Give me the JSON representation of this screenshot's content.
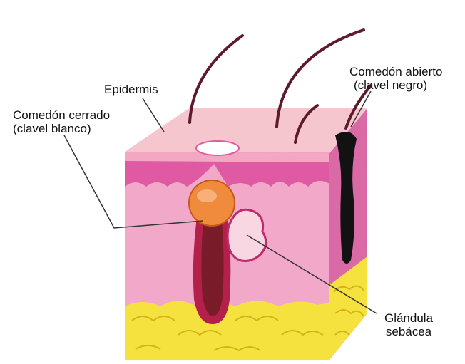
{
  "labels": {
    "epidermis": "Epidermis",
    "closed_comedone": {
      "line1": "Comedón cerrado",
      "line2": "(clavel blanco)"
    },
    "open_comedone": {
      "line1": "Comedón abierto",
      "line2": "(clavel negro)"
    },
    "sebaceous_gland": {
      "line1": "Glándula",
      "line2": "sebácea"
    }
  },
  "colors": {
    "epidermis_top": "#f6c6cf",
    "epidermis_band": "#e05aa3",
    "dermis": "#f2a8c9",
    "dermis_dark": "#e58cb8",
    "right_face": "#d96aa6",
    "fat": "#f6e23f",
    "fat_outline": "#d3b31a",
    "hair": "#5e1a2b",
    "closed_comedone": "#f08a3c",
    "follicle": "#b3204a",
    "open_comedone_plug": "#121212",
    "gland": "#f8d7e3",
    "leader_line": "#333333"
  },
  "icons": [
    "skin-block-illustration",
    "hair-strand-icon",
    "fat-lobule-icon"
  ]
}
